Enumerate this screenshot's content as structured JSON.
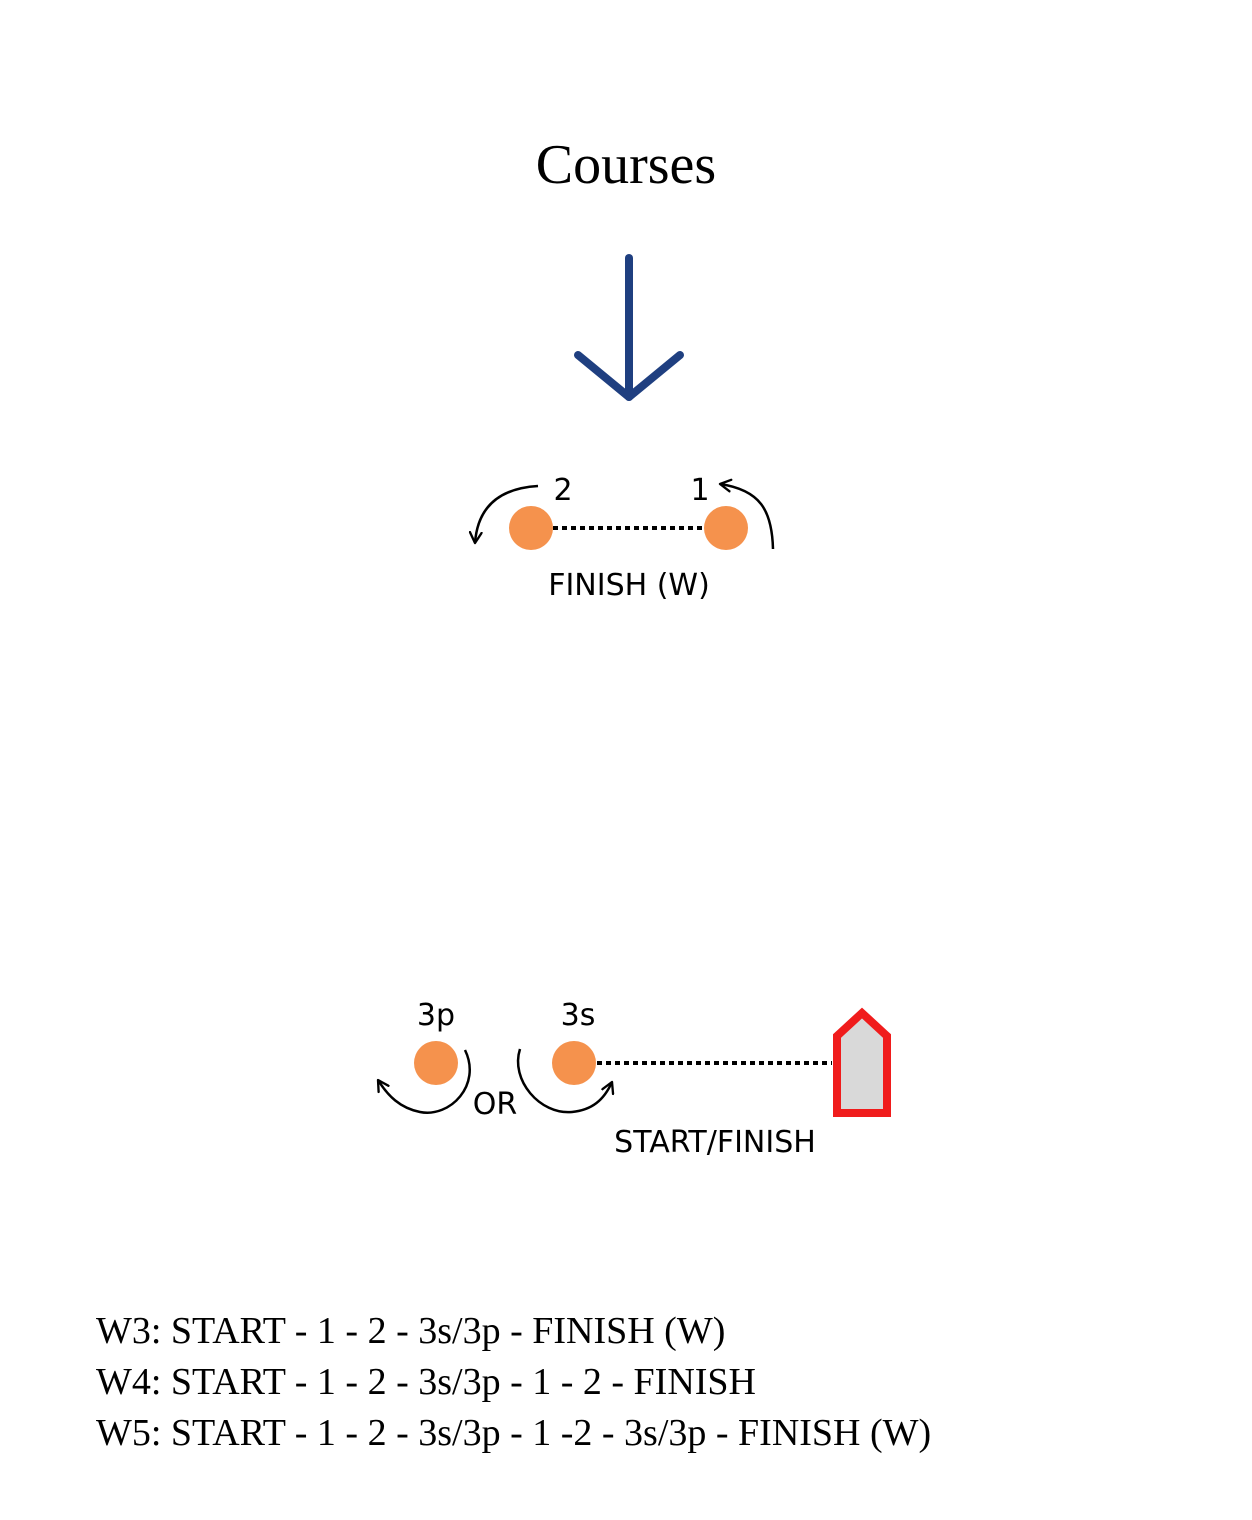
{
  "title": "Courses",
  "colors": {
    "wind_arrow": "#1f3f80",
    "mark": "#f5924d",
    "boat_outline": "#f01c1c",
    "boat_fill": "#d9d9d9",
    "line": "#000000"
  },
  "icons": {
    "wind": "wind-direction-arrow-icon",
    "boat": "committee-boat-icon"
  },
  "top_marks": {
    "mark_left_label": "2",
    "mark_right_label": "1",
    "line_label": "FINISH (W)"
  },
  "bottom_marks": {
    "mark_left_label": "3p",
    "mark_right_label": "3s",
    "or_label": "OR",
    "line_label": "START/FINISH"
  },
  "courses": [
    "W3: START - 1 - 2 - 3s/3p - FINISH (W)",
    "W4: START - 1 - 2 - 3s/3p - 1 - 2 - FINISH",
    "W5: START - 1 - 2 - 3s/3p - 1 -2 - 3s/3p - FINISH (W)"
  ]
}
